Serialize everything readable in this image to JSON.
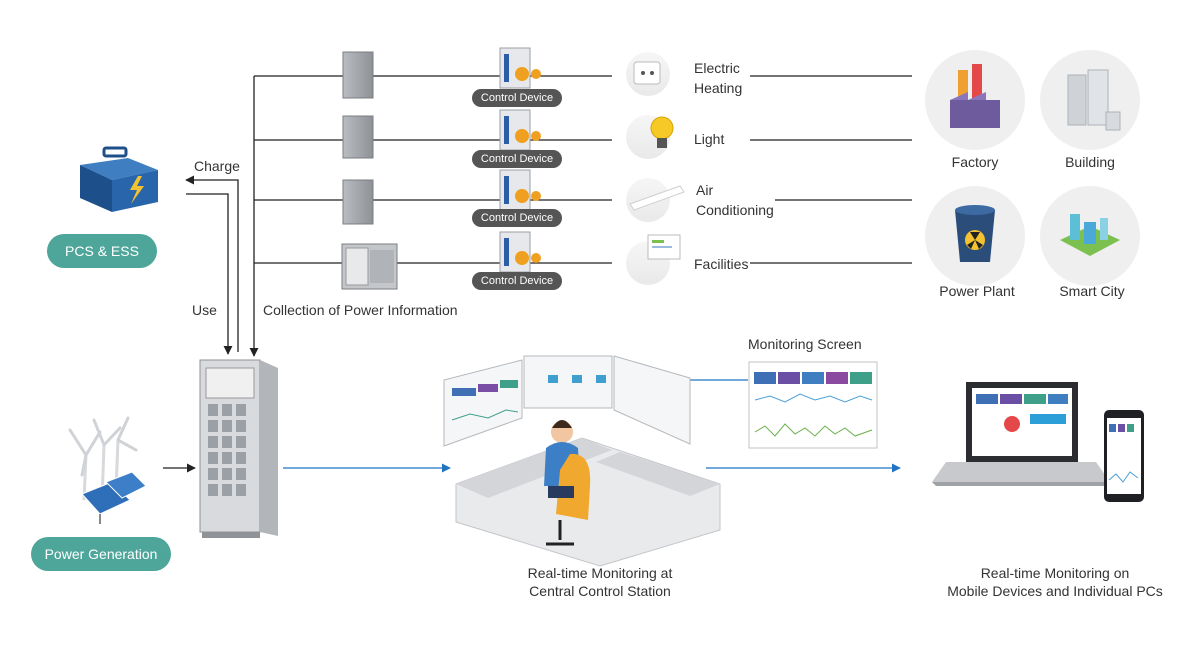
{
  "pcs_ess": {
    "label": "PCS & ESS"
  },
  "power_generation": {
    "label": "Power Generation"
  },
  "flows": {
    "charge": "Charge",
    "use": "Use",
    "collection": "Collection of Power Information"
  },
  "control_device_label": "Control Device",
  "loads": [
    {
      "line1": "Electric",
      "line2": "Heating",
      "icon": "outlet-icon"
    },
    {
      "line1": "Light",
      "line2": "",
      "icon": "lightbulb-icon"
    },
    {
      "line1": "Air",
      "line2": "Conditioning",
      "icon": "air-conditioner-icon"
    },
    {
      "line1": "Facilities",
      "line2": "",
      "icon": "monitor-icon"
    }
  ],
  "sites": [
    {
      "label": "Factory",
      "icon": "factory-icon"
    },
    {
      "label": "Building",
      "icon": "building-icon"
    },
    {
      "label": "Power Plant",
      "icon": "power-plant-icon"
    },
    {
      "label": "Smart City",
      "icon": "smart-city-icon"
    }
  ],
  "monitoring_screen": "Monitoring Screen",
  "central": {
    "line1": "Real-time Monitoring at",
    "line2": "Central Control Station"
  },
  "mobile": {
    "line1": "Real-time Monitoring on",
    "line2": "Mobile Devices and Individual PCs"
  },
  "colors": {
    "teal": "#4ea69a",
    "line": "#222222",
    "blue_arrow": "#1f74c4",
    "pill_dark": "#555555"
  }
}
